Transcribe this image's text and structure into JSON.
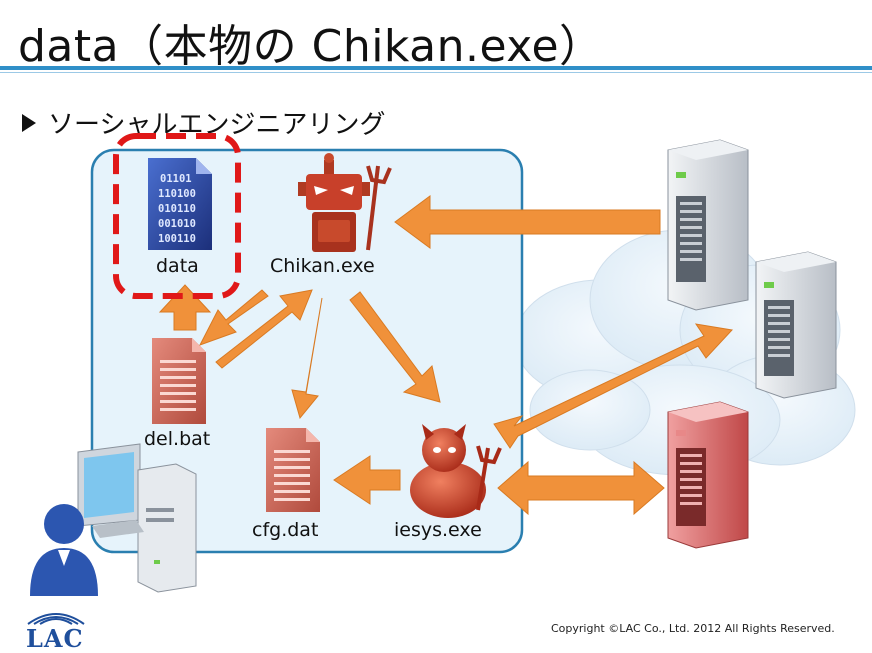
{
  "slide": {
    "title": "data（本物の Chikan.exe）",
    "bullet": "ソーシャルエンジニアリング",
    "copyright": "Copyright ©LAC Co., Ltd. 2012 All Rights Reserved.",
    "logo": "LAC"
  },
  "nodes": {
    "data": "data",
    "chikan": "Chikan.exe",
    "delbat": "del.bat",
    "cfgdat": "cfg.dat",
    "iesys": "iesys.exe"
  },
  "colors": {
    "accent_blue": "#2f8fc8",
    "box_fill": "#e6f3fb",
    "box_stroke": "#2a7fb0",
    "arrow_orange": "#f0913a",
    "highlight_red": "#e01818",
    "malware_red": "#c8402a",
    "server_grey": "#d9dde2",
    "server_red": "#d86a6a"
  },
  "icons": {
    "data": "binary-document-icon",
    "chikan": "robot-devil-icon",
    "delbat": "script-file-icon",
    "cfgdat": "config-file-icon",
    "iesys": "devil-icon",
    "user": "user-at-computer-icon"
  }
}
